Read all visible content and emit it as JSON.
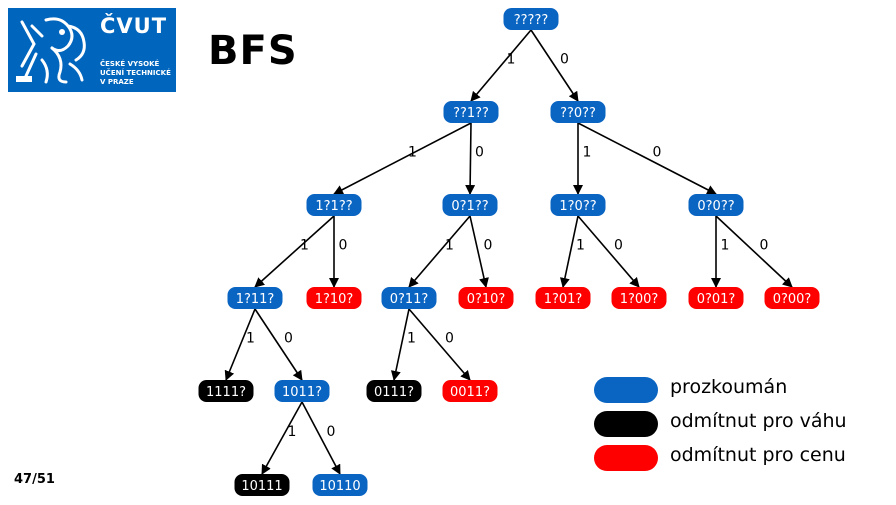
{
  "logo": {
    "title": "ČVUT",
    "line1": "ČESKÉ VYSOKÉ",
    "line2": "UČENÍ TECHNICKÉ",
    "line3": "V PRAZE"
  },
  "slide_title": "BFS",
  "page_number": "47/51",
  "colors": {
    "explored": "#0a64c2",
    "rejected_weight": "#000000",
    "rejected_price": "#ff0000",
    "brand": "#0065bd"
  },
  "tree": {
    "nodes": [
      {
        "id": "n0",
        "label": "?????",
        "status": "explored"
      },
      {
        "id": "n1",
        "label": "??1??",
        "status": "explored"
      },
      {
        "id": "n2",
        "label": "??0??",
        "status": "explored"
      },
      {
        "id": "n3",
        "label": "1?1??",
        "status": "explored"
      },
      {
        "id": "n4",
        "label": "0?1??",
        "status": "explored"
      },
      {
        "id": "n5",
        "label": "1?0??",
        "status": "explored"
      },
      {
        "id": "n6",
        "label": "0?0??",
        "status": "explored"
      },
      {
        "id": "n7",
        "label": "1?11?",
        "status": "explored"
      },
      {
        "id": "n8",
        "label": "1?10?",
        "status": "rejected_price"
      },
      {
        "id": "n9",
        "label": "0?11?",
        "status": "explored"
      },
      {
        "id": "n10",
        "label": "0?10?",
        "status": "rejected_price"
      },
      {
        "id": "n11",
        "label": "1?01?",
        "status": "rejected_price"
      },
      {
        "id": "n12",
        "label": "1?00?",
        "status": "rejected_price"
      },
      {
        "id": "n13",
        "label": "0?01?",
        "status": "rejected_price"
      },
      {
        "id": "n14",
        "label": "0?00?",
        "status": "rejected_price"
      },
      {
        "id": "n15",
        "label": "1111?",
        "status": "rejected_weight"
      },
      {
        "id": "n16",
        "label": "1011?",
        "status": "explored"
      },
      {
        "id": "n17",
        "label": "0111?",
        "status": "rejected_weight"
      },
      {
        "id": "n18",
        "label": "0011?",
        "status": "rejected_price"
      },
      {
        "id": "n19",
        "label": "10111",
        "status": "rejected_weight"
      },
      {
        "id": "n20",
        "label": "10110",
        "status": "explored"
      }
    ],
    "edges": [
      {
        "from": "n0",
        "to": "n1",
        "label": "1"
      },
      {
        "from": "n0",
        "to": "n2",
        "label": "0"
      },
      {
        "from": "n1",
        "to": "n3",
        "label": "1"
      },
      {
        "from": "n1",
        "to": "n4",
        "label": "0"
      },
      {
        "from": "n2",
        "to": "n5",
        "label": "1"
      },
      {
        "from": "n2",
        "to": "n6",
        "label": "0"
      },
      {
        "from": "n3",
        "to": "n7",
        "label": "1"
      },
      {
        "from": "n3",
        "to": "n8",
        "label": "0"
      },
      {
        "from": "n4",
        "to": "n9",
        "label": "1"
      },
      {
        "from": "n4",
        "to": "n10",
        "label": "0"
      },
      {
        "from": "n5",
        "to": "n11",
        "label": "1"
      },
      {
        "from": "n5",
        "to": "n12",
        "label": "0"
      },
      {
        "from": "n6",
        "to": "n13",
        "label": "1"
      },
      {
        "from": "n6",
        "to": "n14",
        "label": "0"
      },
      {
        "from": "n7",
        "to": "n15",
        "label": "1"
      },
      {
        "from": "n7",
        "to": "n16",
        "label": "0"
      },
      {
        "from": "n9",
        "to": "n17",
        "label": "1"
      },
      {
        "from": "n9",
        "to": "n18",
        "label": "0"
      },
      {
        "from": "n16",
        "to": "n19",
        "label": "1"
      },
      {
        "from": "n16",
        "to": "n20",
        "label": "0"
      }
    ]
  },
  "legend": [
    {
      "status": "explored",
      "label": "prozkoumán"
    },
    {
      "status": "rejected_weight",
      "label": "odmítnut pro váhu"
    },
    {
      "status": "rejected_price",
      "label": "odmítnut pro cenu"
    }
  ]
}
